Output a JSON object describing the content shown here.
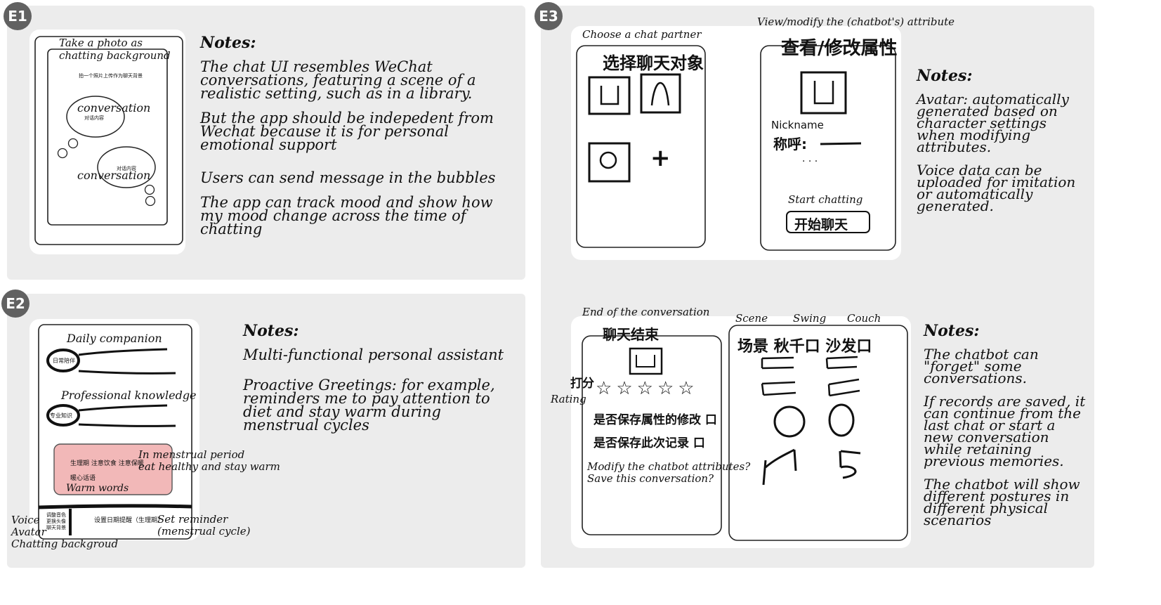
{
  "e1": {
    "badge": "E1",
    "sketch": {
      "annotation_line1": "Take a photo as",
      "annotation_line2": "chatting background",
      "cn_header": "拍一个照片上传作为聊天背景",
      "bubble1_label": "conversation",
      "bubble1_cn": "对话内容",
      "bubble2_cn": "对话内容",
      "bubble2_label": "conversation"
    },
    "notes": {
      "heading": "Notes:",
      "items": [
        "The chat UI resembles WeChat conversations, featuring a scene of a realistic setting, such as in a library.",
        "But the app should be indepedent from Wechat because it is for personal emotional support",
        "Users can send message in the bubbles",
        "The app can track mood and show how my mood change across the time of chatting"
      ]
    }
  },
  "e2": {
    "badge": "E2",
    "sketch": {
      "daily_label": "Daily companion",
      "daily_cn": "日常陪伴",
      "pro_label": "Professional knowledge",
      "pro_cn": "专业知识",
      "pink_cn_tags": "生理期  注意饮食  注意保暖",
      "pink_cn_warm": "暖心话语",
      "pink_en_line1": "In menstrual period",
      "pink_en_line2": "eat healthy and stay warm",
      "warm_words": "Warm words",
      "bottom_cn_1": "调整音色",
      "bottom_cn_2": "更换头像",
      "bottom_cn_3": "聊天背景",
      "bottom_cn_reminder": "设置日期提醒（生理期）",
      "voice": "Voice",
      "avatar": "Avatar",
      "chat_bg": "Chatting backgroud",
      "reminder_line1": "Set reminder",
      "reminder_line2": "(menstrual cycle)"
    },
    "notes": {
      "heading": "Notes:",
      "items": [
        "Multi-functional personal assistant",
        "Proactive Greetings: for example, reminders me to pay attention to diet and stay warm during menstrual cycles"
      ]
    }
  },
  "e3": {
    "badge": "E3",
    "top": {
      "choose_label": "Choose a chat partner",
      "choose_cn": "选择聊天对象",
      "view_label": "View/modify the (chatbot's) attribute",
      "view_cn": "查看/修改属性",
      "nickname_label": "Nickname",
      "nickname_cn": "称呼:",
      "ellipsis": "· · ·",
      "start_label": "Start chatting",
      "start_cn": "开始聊天",
      "plus": "+"
    },
    "top_notes": {
      "heading": "Notes:",
      "items": [
        "Avatar: automatically generated based on character settings when modifying attributes.",
        "Voice data can be uploaded for imitation or automatically generated."
      ]
    },
    "bottom": {
      "end_label": "End of the conversation",
      "end_cn": "聊天结束",
      "rating_cn": "打分",
      "rating_label": "Rating",
      "stars": [
        "☆",
        "☆",
        "☆",
        "☆",
        "☆"
      ],
      "modify_cn": "是否保存属性的修改 口",
      "save_cn": "是否保存此次记录 口",
      "question1": "Modify the chatbot attributes?",
      "question2": "Save this conversation?",
      "scene_label": "Scene",
      "swing_label": "Swing",
      "couch_label": "Couch",
      "scene_cn": "场景  秋千口  沙发口"
    },
    "bottom_notes": {
      "heading": "Notes:",
      "items": [
        "The chatbot can \"forget\" some conversations.",
        "If records are saved, it can continue from the last chat or start a new conversation while retaining previous memories.",
        "The chatbot will show different postures in different physical scenarios"
      ]
    }
  }
}
